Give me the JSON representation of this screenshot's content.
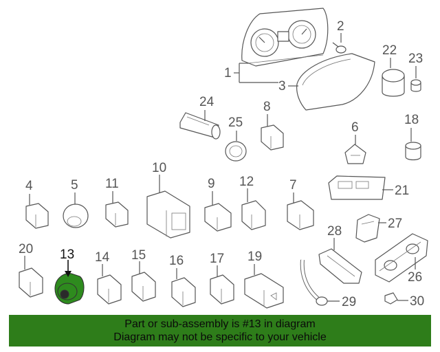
{
  "callouts": [
    {
      "num": "1"
    },
    {
      "num": "2"
    },
    {
      "num": "3"
    },
    {
      "num": "4"
    },
    {
      "num": "5"
    },
    {
      "num": "6"
    },
    {
      "num": "7"
    },
    {
      "num": "8"
    },
    {
      "num": "9"
    },
    {
      "num": "10"
    },
    {
      "num": "11"
    },
    {
      "num": "12"
    },
    {
      "num": "13"
    },
    {
      "num": "14"
    },
    {
      "num": "15"
    },
    {
      "num": "16"
    },
    {
      "num": "17"
    },
    {
      "num": "18"
    },
    {
      "num": "19"
    },
    {
      "num": "20"
    },
    {
      "num": "21"
    },
    {
      "num": "22"
    },
    {
      "num": "23"
    },
    {
      "num": "24"
    },
    {
      "num": "25"
    },
    {
      "num": "26"
    },
    {
      "num": "27"
    },
    {
      "num": "28"
    },
    {
      "num": "29"
    },
    {
      "num": "30"
    }
  ],
  "highlight": {
    "part": "13",
    "color": "#2e8b1e"
  },
  "banner": {
    "line1": "Part or sub-assembly is #13 in diagram",
    "line2": "Diagram may not be specific to your vehicle",
    "color": "#2e7d1a"
  }
}
